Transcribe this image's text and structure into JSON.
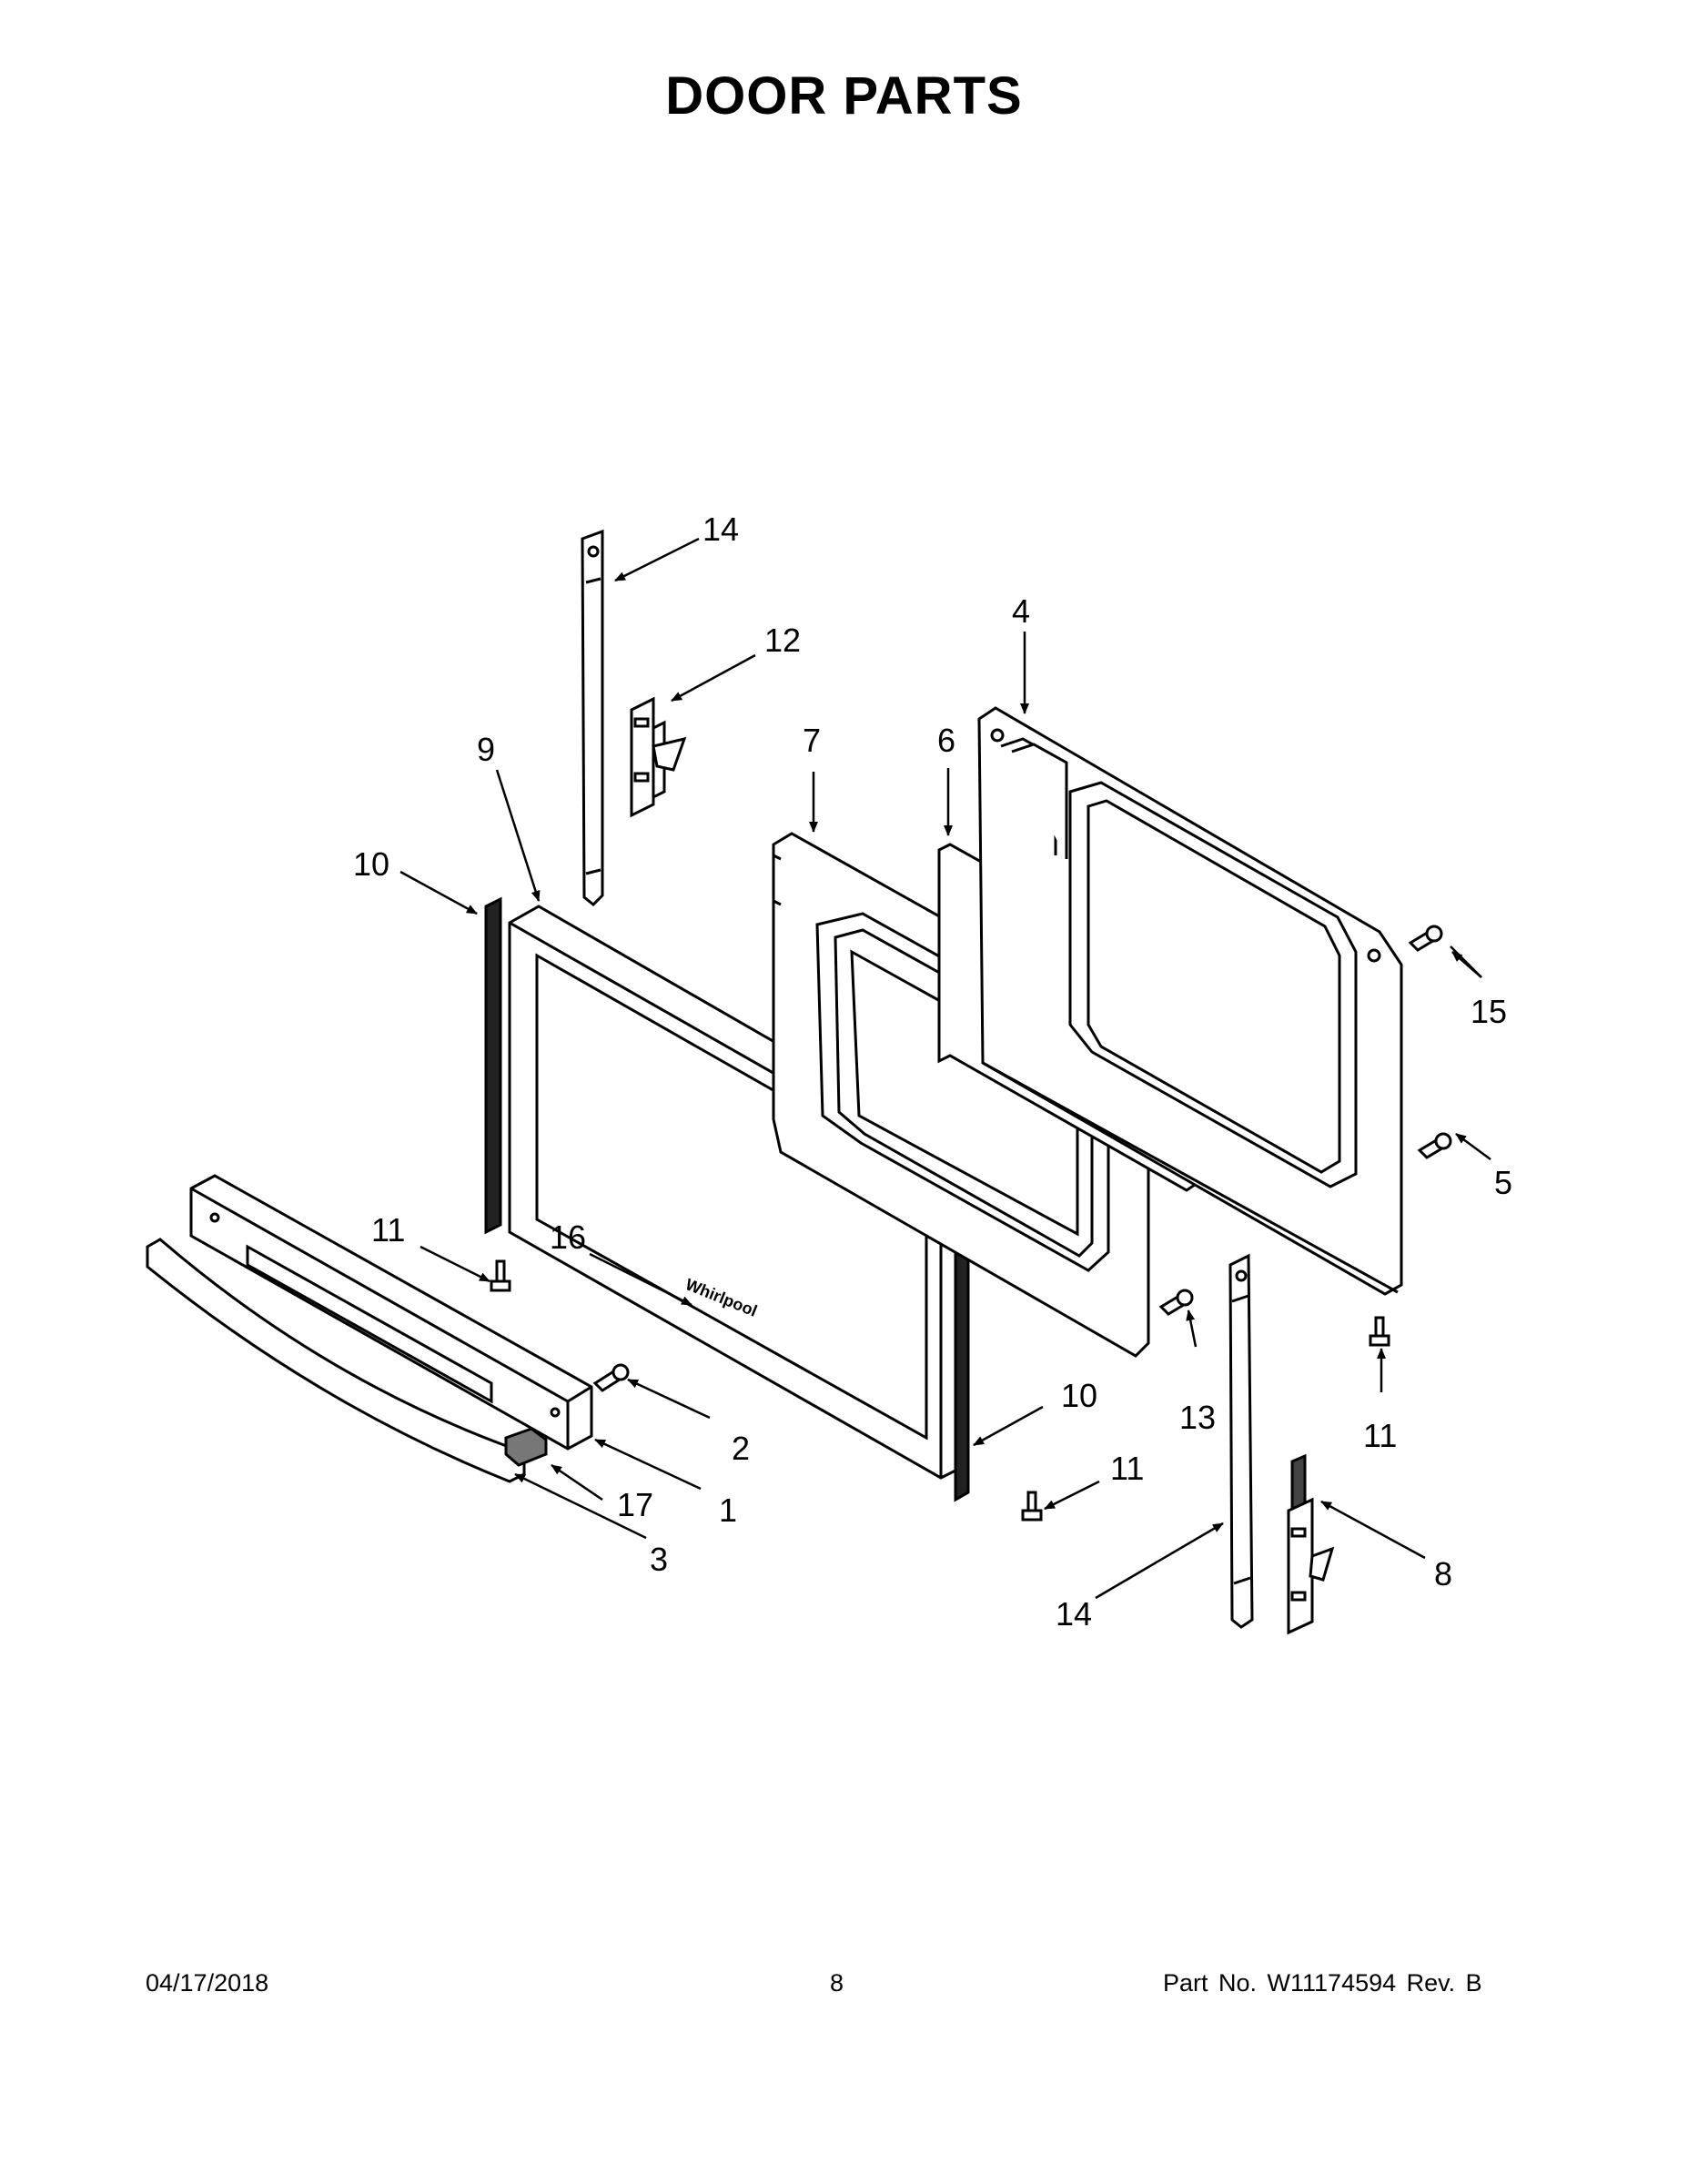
{
  "title": "DOOR PARTS",
  "callouts": [
    "1",
    "2",
    "3",
    "4",
    "5",
    "6",
    "7",
    "8",
    "9",
    "10",
    "10",
    "11",
    "11",
    "11",
    "12",
    "13",
    "14",
    "14",
    "15",
    "16",
    "17"
  ],
  "footer": {
    "date": "04/17/2018",
    "page": "8",
    "part_number": "Part No.  W11174594  Rev.  B"
  },
  "brand_mark": "Whirlpool"
}
